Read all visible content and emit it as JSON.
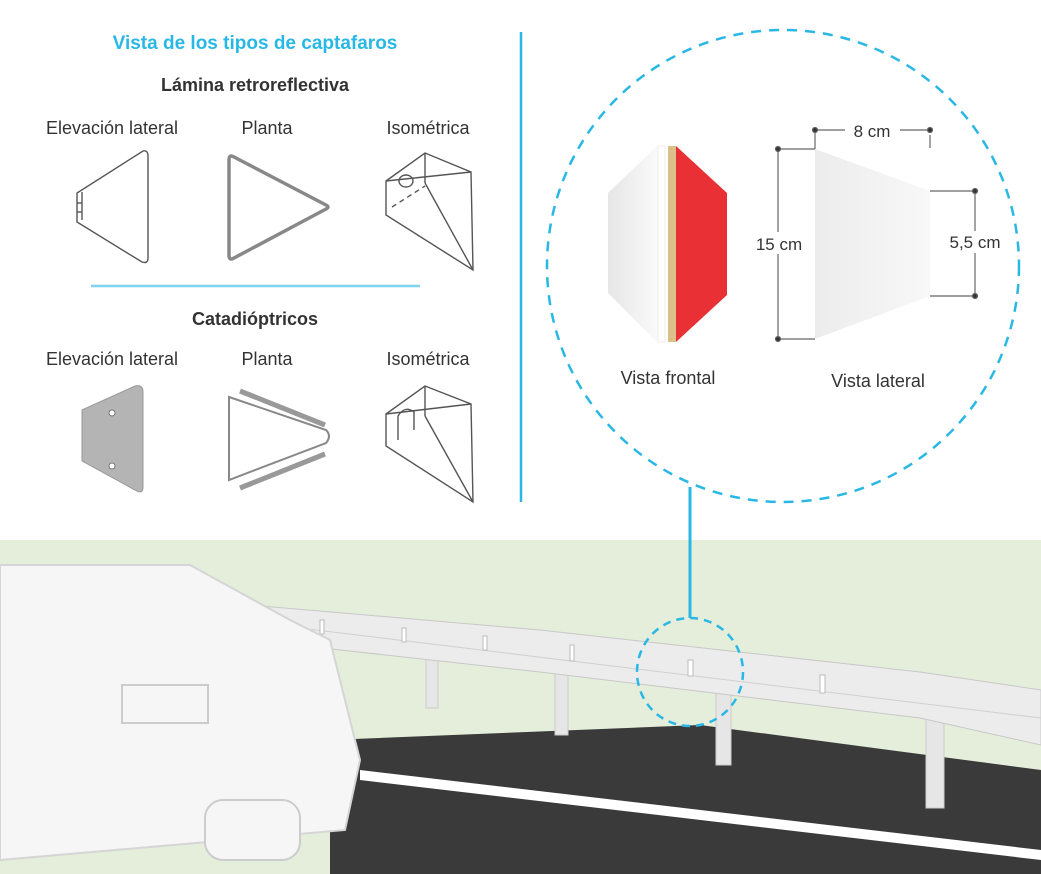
{
  "title": "Vista de los tipos de captafaros",
  "sections": [
    {
      "heading": "Lámina retroreflectiva",
      "views": [
        "Elevación lateral",
        "Planta",
        "Isométrica"
      ]
    },
    {
      "heading": "Catadióptricos",
      "views": [
        "Elevación lateral",
        "Planta",
        "Isométrica"
      ]
    }
  ],
  "detail": {
    "front_label": "Vista frontal",
    "side_label": "Vista lateral",
    "dimensions": {
      "length": "8 cm",
      "height": "15 cm",
      "tip_height": "5,5 cm"
    }
  },
  "colors": {
    "accent": "#29b8e5",
    "reflector_red": "#e93035",
    "reflector_tan": "#dcc08a",
    "grass": "#e4eedb",
    "road": "#3a3a3a"
  }
}
